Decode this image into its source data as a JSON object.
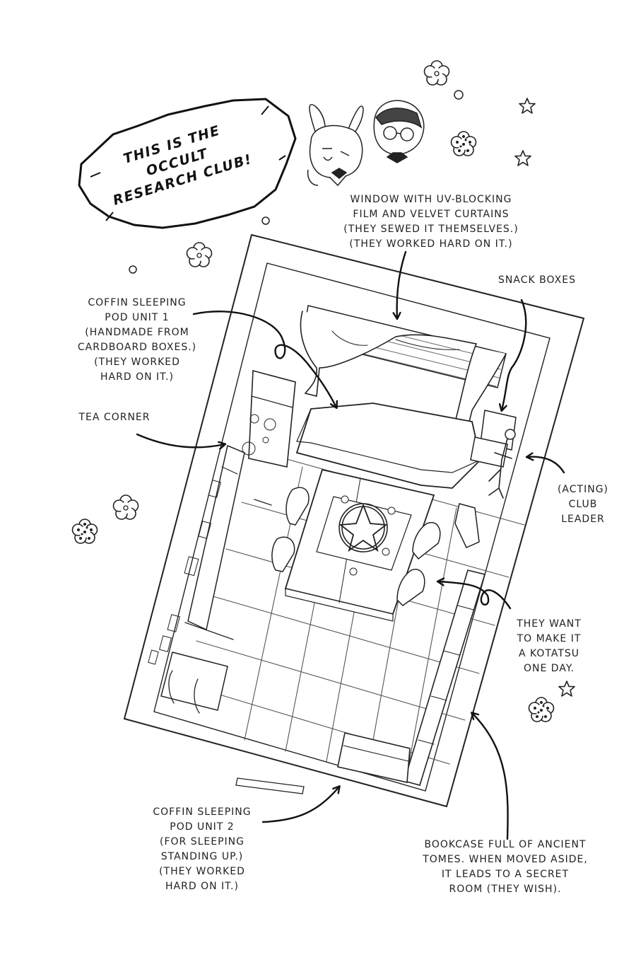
{
  "title": {
    "lines": [
      "THIS IS THE OCCULT",
      "RESEARCH CLUB!"
    ]
  },
  "labels": {
    "window": [
      "WINDOW WITH UV-BLOCKING",
      "FILM AND VELVET CURTAINS",
      "(THEY SEWED IT THEMSELVES.)",
      "(THEY WORKED HARD ON IT.)"
    ],
    "snack_boxes": [
      "SNACK BOXES"
    ],
    "coffin_pod_1": [
      "COFFIN SLEEPING",
      "POD UNIT 1",
      "(HANDMADE FROM",
      "CARDBOARD BOXES.)",
      "(THEY WORKED",
      "HARD ON IT.)"
    ],
    "tea_corner": [
      "TEA CORNER"
    ],
    "club_leader": [
      "(ACTING)",
      "CLUB",
      "LEADER"
    ],
    "kotatsu": [
      "THEY WANT",
      "TO MAKE IT",
      "A KOTATSU",
      "ONE DAY."
    ],
    "coffin_pod_2": [
      "COFFIN SLEEPING",
      "POD UNIT 2",
      "(FOR SLEEPING",
      "STANDING UP.)",
      "(THEY WORKED",
      "HARD ON IT.)"
    ],
    "bookcase": [
      "BOOKCASE FULL OF ANCIENT",
      "TOMES. WHEN MOVED ASIDE,",
      "IT LEADS TO A SECRET",
      "ROOM (THEY WISH)."
    ]
  }
}
